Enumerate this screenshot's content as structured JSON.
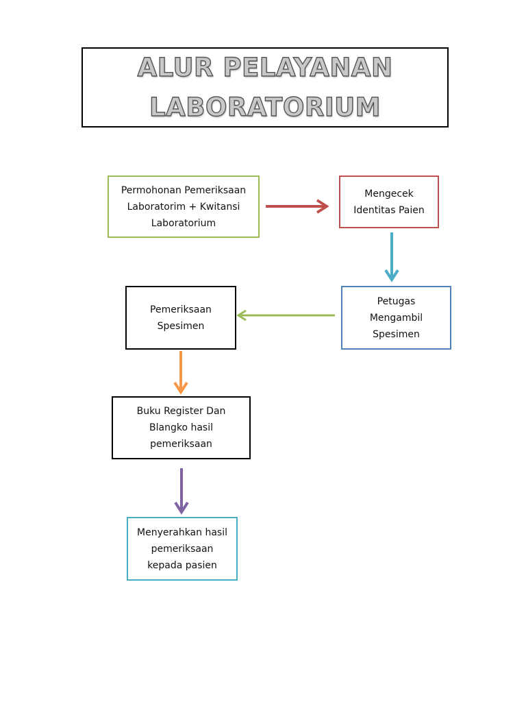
{
  "title": {
    "line1": "ALUR PELAYANAN",
    "line2": "LABORATORIUM"
  },
  "steps": [
    {
      "text": "Permohonan Pemeriksaan\nLaboratorim + Kwitansi\nLaboratorium",
      "border_color": "#9bbb59"
    },
    {
      "text": "Mengecek\nIdentitas Paien",
      "border_color": "#c0504d"
    },
    {
      "text": "Petugas\nMengambil\nSpesimen",
      "border_color": "#4f81bd"
    },
    {
      "text": "Pemeriksaan\nSpesimen",
      "border_color": "#000000"
    },
    {
      "text": "Buku Register Dan\nBlangko hasil\npemeriksaan",
      "border_color": "#000000"
    },
    {
      "text": "Menyerahkan hasil\npemeriksaan\nkepada pasien",
      "border_color": "#4bacc6"
    }
  ],
  "arrows": [
    {
      "from": "step-1",
      "to": "step-2",
      "color": "#c0504d"
    },
    {
      "from": "step-2",
      "to": "step-3",
      "color": "#4bacc6"
    },
    {
      "from": "step-3",
      "to": "step-4",
      "color": "#9bbb59"
    },
    {
      "from": "step-4",
      "to": "step-5",
      "color": "#f79646"
    },
    {
      "from": "step-5",
      "to": "step-6",
      "color": "#8064a2"
    }
  ]
}
